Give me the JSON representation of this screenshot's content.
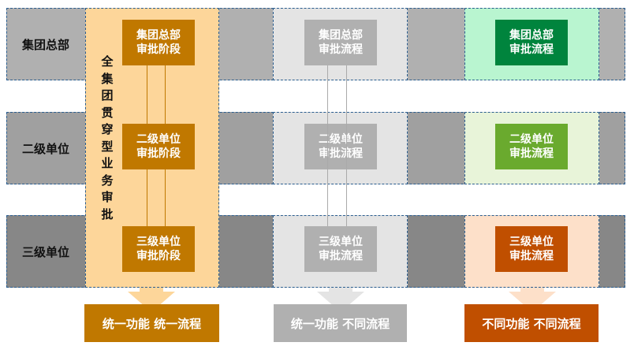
{
  "rows": [
    "集团总部",
    "二级单位",
    "三级单位"
  ],
  "column1": {
    "vertical_label": "全集团贯穿型业务审批",
    "boxes": [
      "集团总部\n审批阶段",
      "二级单位\n审批阶段",
      "三级单位\n审批阶段"
    ],
    "footer": "统一功能 统一流程",
    "color": "#c07800"
  },
  "column2": {
    "boxes": [
      "集团总部\n审批流程",
      "二级单位\n审批流程",
      "三级单位\n审批流程"
    ],
    "footer": "统一功能 不同流程",
    "color": "#b0b0b0"
  },
  "column3": {
    "boxes": [
      "集团总部\n审批流程",
      "二级单位\n审批流程",
      "三级单位\n审批流程"
    ],
    "footer": "不同功能 不同流程",
    "colors": [
      "#00843d",
      "#6aaa2e",
      "#c04f00"
    ]
  }
}
